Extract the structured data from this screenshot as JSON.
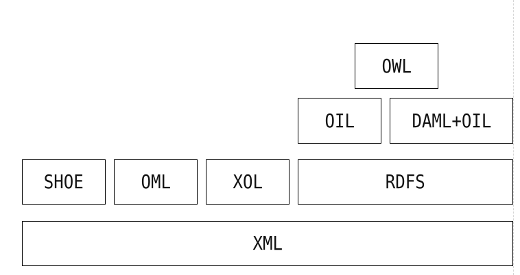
{
  "diagram": {
    "layers": {
      "top": {
        "owl": "OWL"
      },
      "upper": {
        "oil": "OIL",
        "daml_oil": "DAML+OIL"
      },
      "middle": {
        "shoe": "SHOE",
        "oml": "OML",
        "xol": "XOL",
        "rdfs": "RDFS"
      },
      "base": {
        "xml": "XML"
      }
    }
  },
  "colors": {
    "border": "#000000",
    "text": "#111111",
    "background": "#ffffff"
  }
}
